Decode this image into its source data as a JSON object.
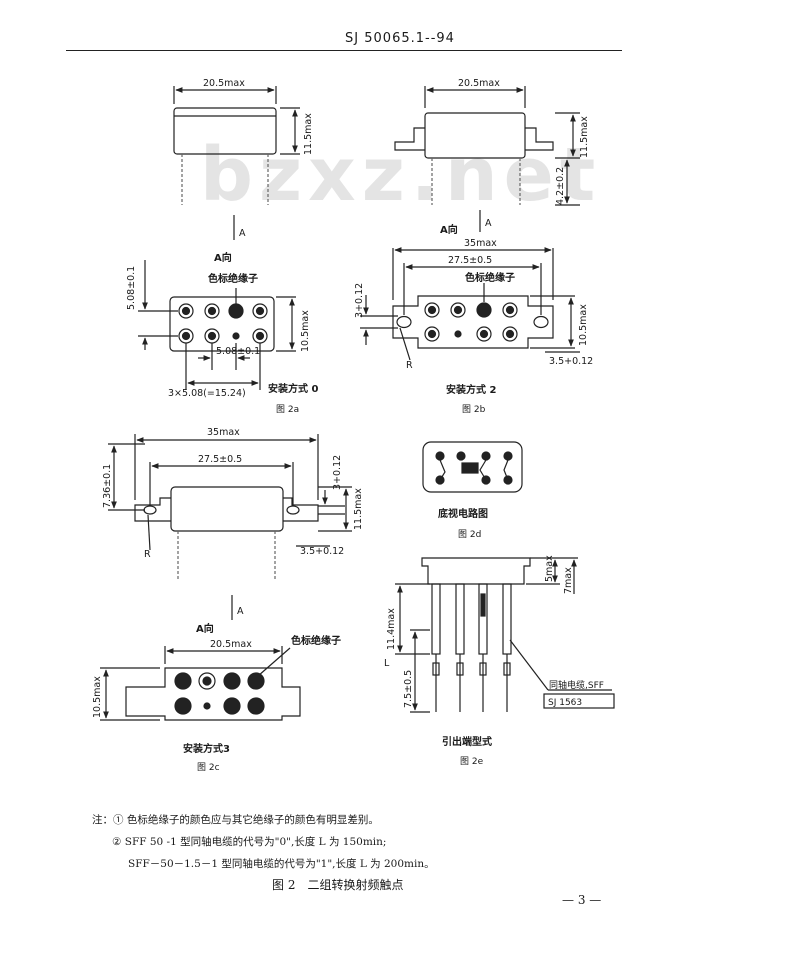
{
  "header": {
    "doc_number": "SJ 50065.1--94"
  },
  "watermark": "bzxz.net",
  "fig_2a": {
    "width_dim": "20.5max",
    "height_dim": "11.5max",
    "view_label": "A向",
    "arrow_label": "A",
    "pitch_v": "5.08±0.1",
    "marker_label": "色标绝缘子",
    "height_dim2": "10.5max",
    "pitch_h": "5.08±0.1",
    "total_pitch": "3×5.08(=15.24)",
    "mount": "安装方式 0",
    "caption": "图 2a"
  },
  "fig_2b": {
    "width_dim": "20.5max",
    "height_dim": "11.5max",
    "stem_dim": "4.2±0.2",
    "view_label": "A向",
    "arrow_label": "A",
    "overall": "35max",
    "hole_pitch": "27.5±0.5",
    "marker_label": "色标绝缘子",
    "hole_dim": "3+0.12",
    "height_dim2": "10.5max",
    "slot_dim": "3.5+0.12",
    "radius": "R",
    "mount": "安装方式 2",
    "caption": "图 2b"
  },
  "fig_2c": {
    "overall": "35max",
    "hole_pitch": "27.5±0.5",
    "offset": "7.36±0.1",
    "hole_dim": "3+0.12",
    "height_dim": "11.5max",
    "slot_dim": "3.5+0.12",
    "radius": "R",
    "view_label": "A向",
    "arrow_label": "A",
    "width_dim": "20.5max",
    "marker_label": "色标绝缘子",
    "height_dim2": "10.5max",
    "mount": "安装方式3",
    "caption": "图 2c"
  },
  "fig_2d": {
    "title": "底视电路图",
    "caption": "图 2d"
  },
  "fig_2e": {
    "top_dim": "5max",
    "top_dim2": "7max",
    "lead_dim": "11.4max",
    "len_dim": "7.5±0.5",
    "len_label": "L",
    "cable_label": "同轴电缆,SFF",
    "std_label": "SJ 1563",
    "title": "引出端型式",
    "caption": "图 2e"
  },
  "notes": {
    "line1": "注：① 色标绝缘子的颜色应与其它绝缘子的颜色有明显差别。",
    "line2": "② SFF 50 -1 型同轴电缆的代号为\"0\",长度 L 为 150min;",
    "line3": "SFF－50－1.5－1 型同轴电缆的代号为\"1\",长度 L 为 200min。"
  },
  "figure_caption": "图 2　二组转换射频触点",
  "page_number": "— 3 —"
}
